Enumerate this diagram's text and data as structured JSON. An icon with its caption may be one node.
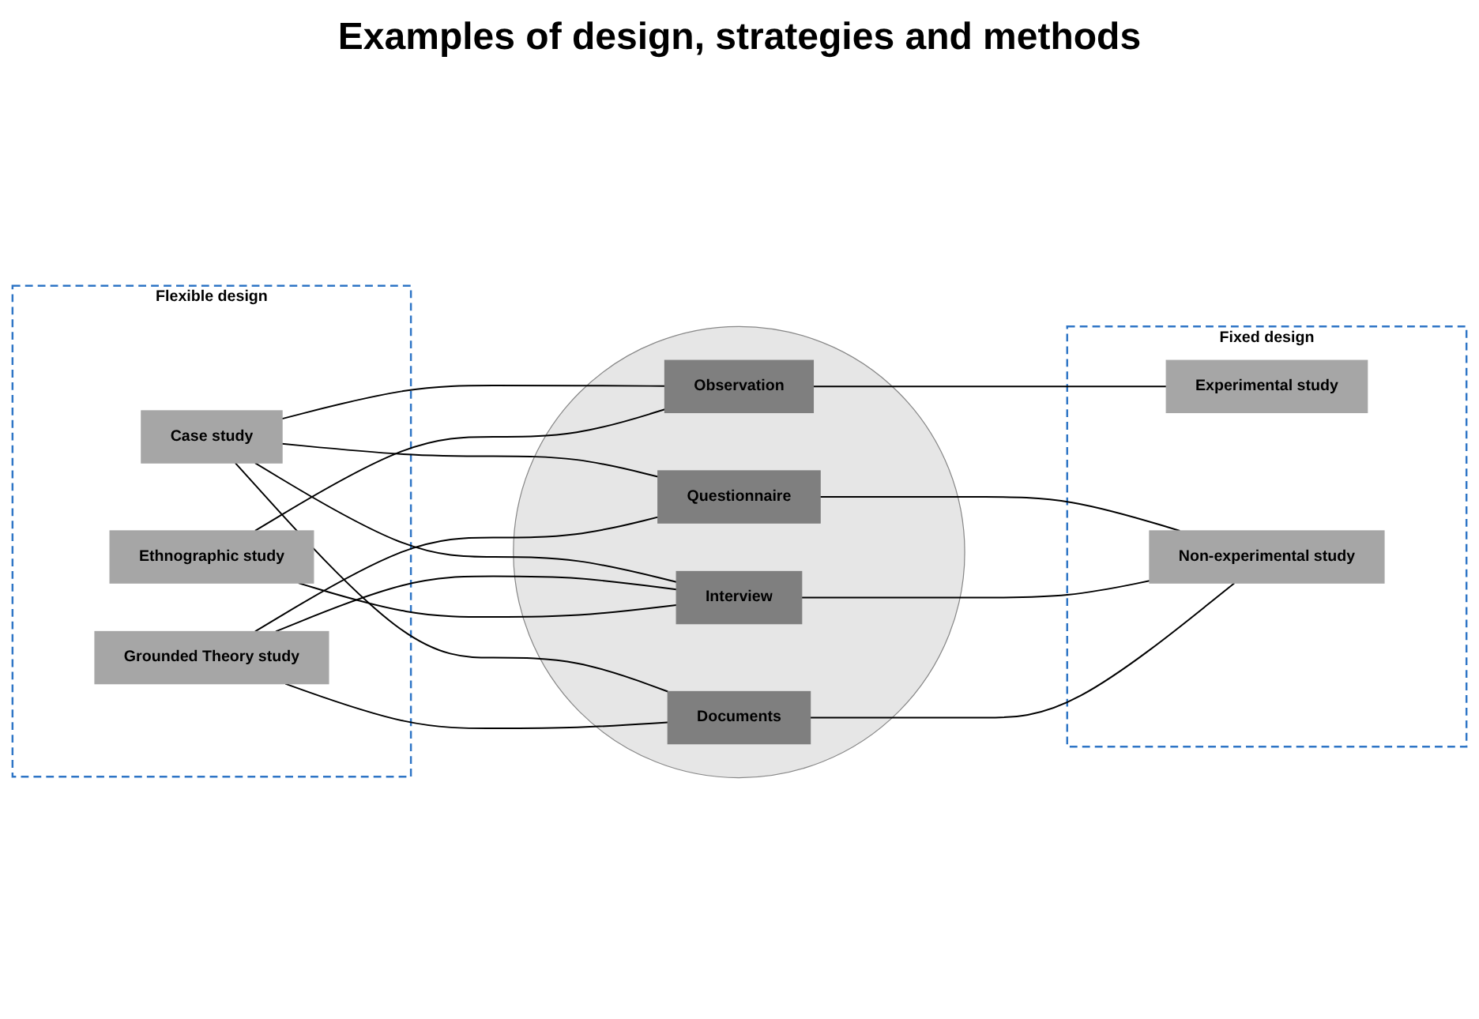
{
  "diagram": {
    "title": "Examples of design, strategies and methods",
    "nodes": [
      {
        "text": [
          "Flexible design"
        ]
      },
      {
        "text": [
          "Case study"
        ],
        "in": 0
      },
      {
        "text": [
          "Grounded Theory study"
        ],
        "in": 0
      },
      {
        "text": [
          "Ethnographic study"
        ],
        "in": 0
      },
      {
        "text": [],
        "shape": "circle"
      },
      {
        "text": [
          "Observation"
        ],
        "in": 4
      },
      {
        "text": [
          "Questionnaire"
        ],
        "in": 4
      },
      {
        "text": [
          "Interview"
        ],
        "in": 4
      },
      {
        "text": [
          "Documents"
        ],
        "in": 4
      },
      {
        "text": [
          "Fixed design"
        ]
      },
      {
        "text": [
          "Experimental study"
        ],
        "in": 9
      },
      {
        "text": [
          "Non-experimental study"
        ],
        "in": 9
      }
    ],
    "edges": [
      {
        "from": 1,
        "to": 5,
        "arrow": "none"
      },
      {
        "from": 1,
        "to": 6,
        "arrow": "none"
      },
      {
        "from": 1,
        "to": 7,
        "arrow": "none"
      },
      {
        "from": 1,
        "to": 8,
        "arrow": "none"
      },
      {
        "from": 2,
        "to": 6,
        "arrow": "none"
      },
      {
        "from": 2,
        "to": 7,
        "arrow": "none"
      },
      {
        "from": 2,
        "to": 8,
        "arrow": "none"
      },
      {
        "from": 3,
        "to": 5,
        "arrow": "none"
      },
      {
        "from": 3,
        "to": 7,
        "arrow": "none"
      },
      {
        "from": 5,
        "to": 10,
        "arrow": "none"
      },
      {
        "from": 6,
        "to": 11,
        "arrow": "none"
      },
      {
        "from": 7,
        "to": 11,
        "arrow": "none"
      },
      {
        "from": 8,
        "to": 11,
        "arrow": "none"
      }
    ]
  }
}
